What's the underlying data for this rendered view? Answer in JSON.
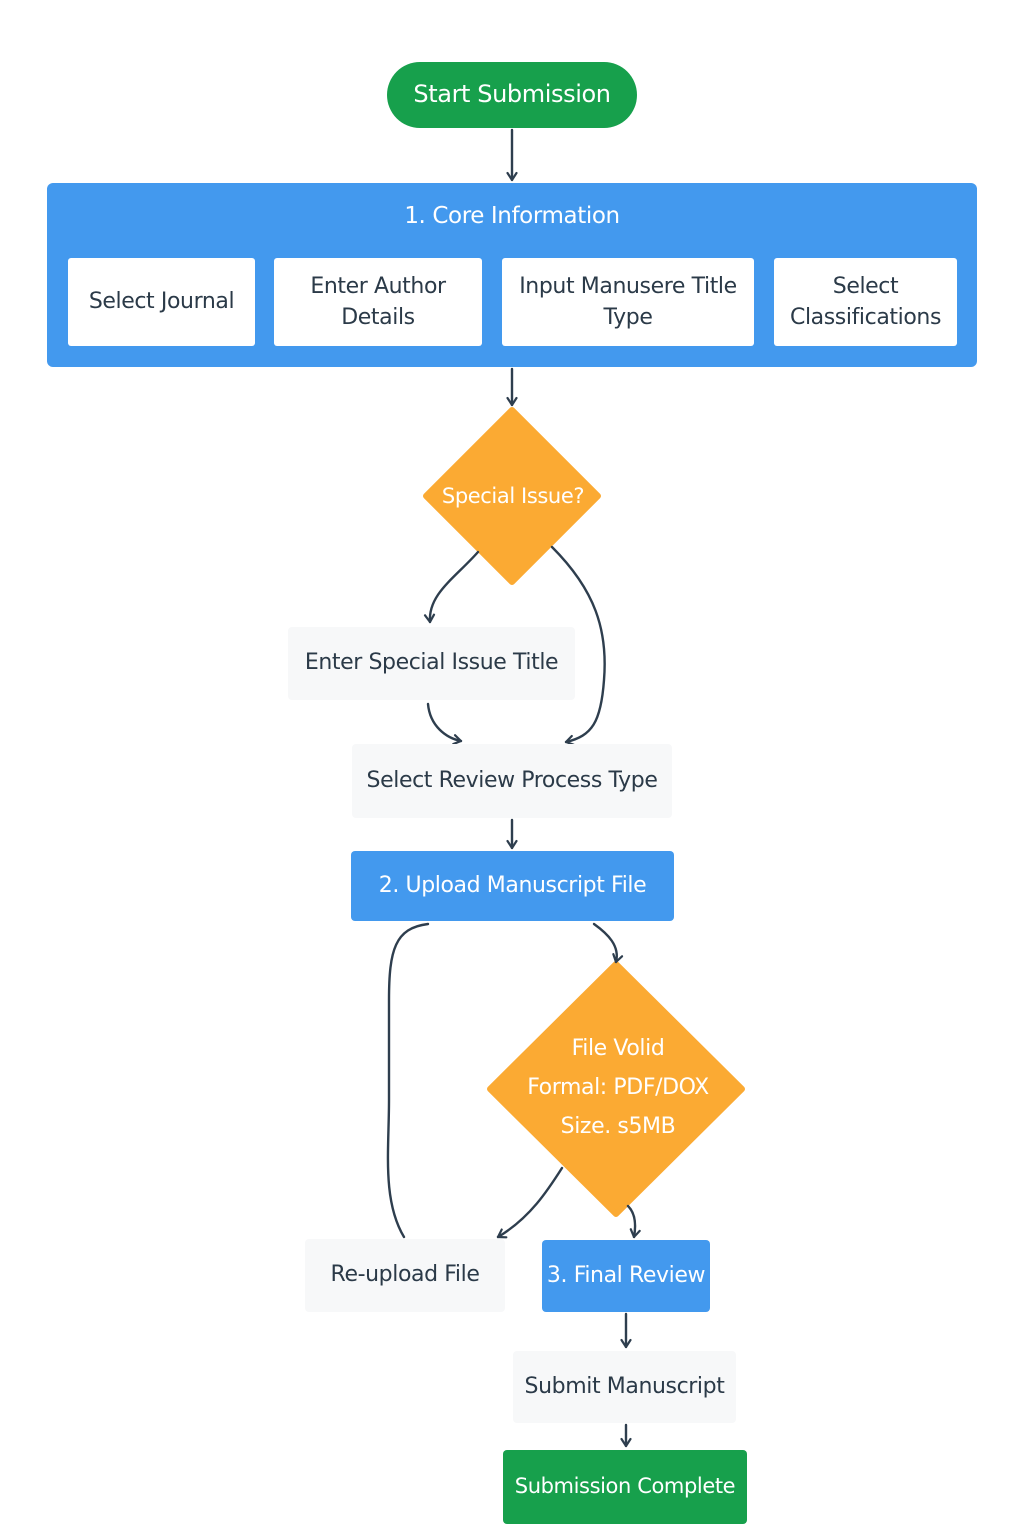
{
  "start": {
    "label": "Start Submission"
  },
  "core_information": {
    "title": "1. Core Information",
    "steps": [
      {
        "label": "Select Journal"
      },
      {
        "label": "Enter Author Details"
      },
      {
        "label": "Input Manusere Title Type"
      },
      {
        "label": "Select Classifications"
      }
    ]
  },
  "special_issue_decision": {
    "label": "Special Issue?"
  },
  "special_issue_title": {
    "label": "Enter Special Issue Title"
  },
  "review_process": {
    "label": "Select Review Process Type"
  },
  "upload": {
    "label": "2. Upload Manuscript File"
  },
  "file_check": {
    "lines": [
      "File Volid",
      "Formal: PDF/DOX",
      "Size. s5MB"
    ]
  },
  "reupload": {
    "label": "Re-upload File"
  },
  "final_review": {
    "label": "3. Final Review"
  },
  "submit": {
    "label": "Submit Manuscript"
  },
  "complete": {
    "label": "Submission Complete"
  },
  "colors": {
    "process_blue": "#4399ee",
    "decision_orange": "#fbaa33",
    "terminal_green": "#17a04c",
    "neutral_box": "#f7f8f9",
    "connector": "#2e3e4e",
    "text_dark": "#2b3a48"
  }
}
